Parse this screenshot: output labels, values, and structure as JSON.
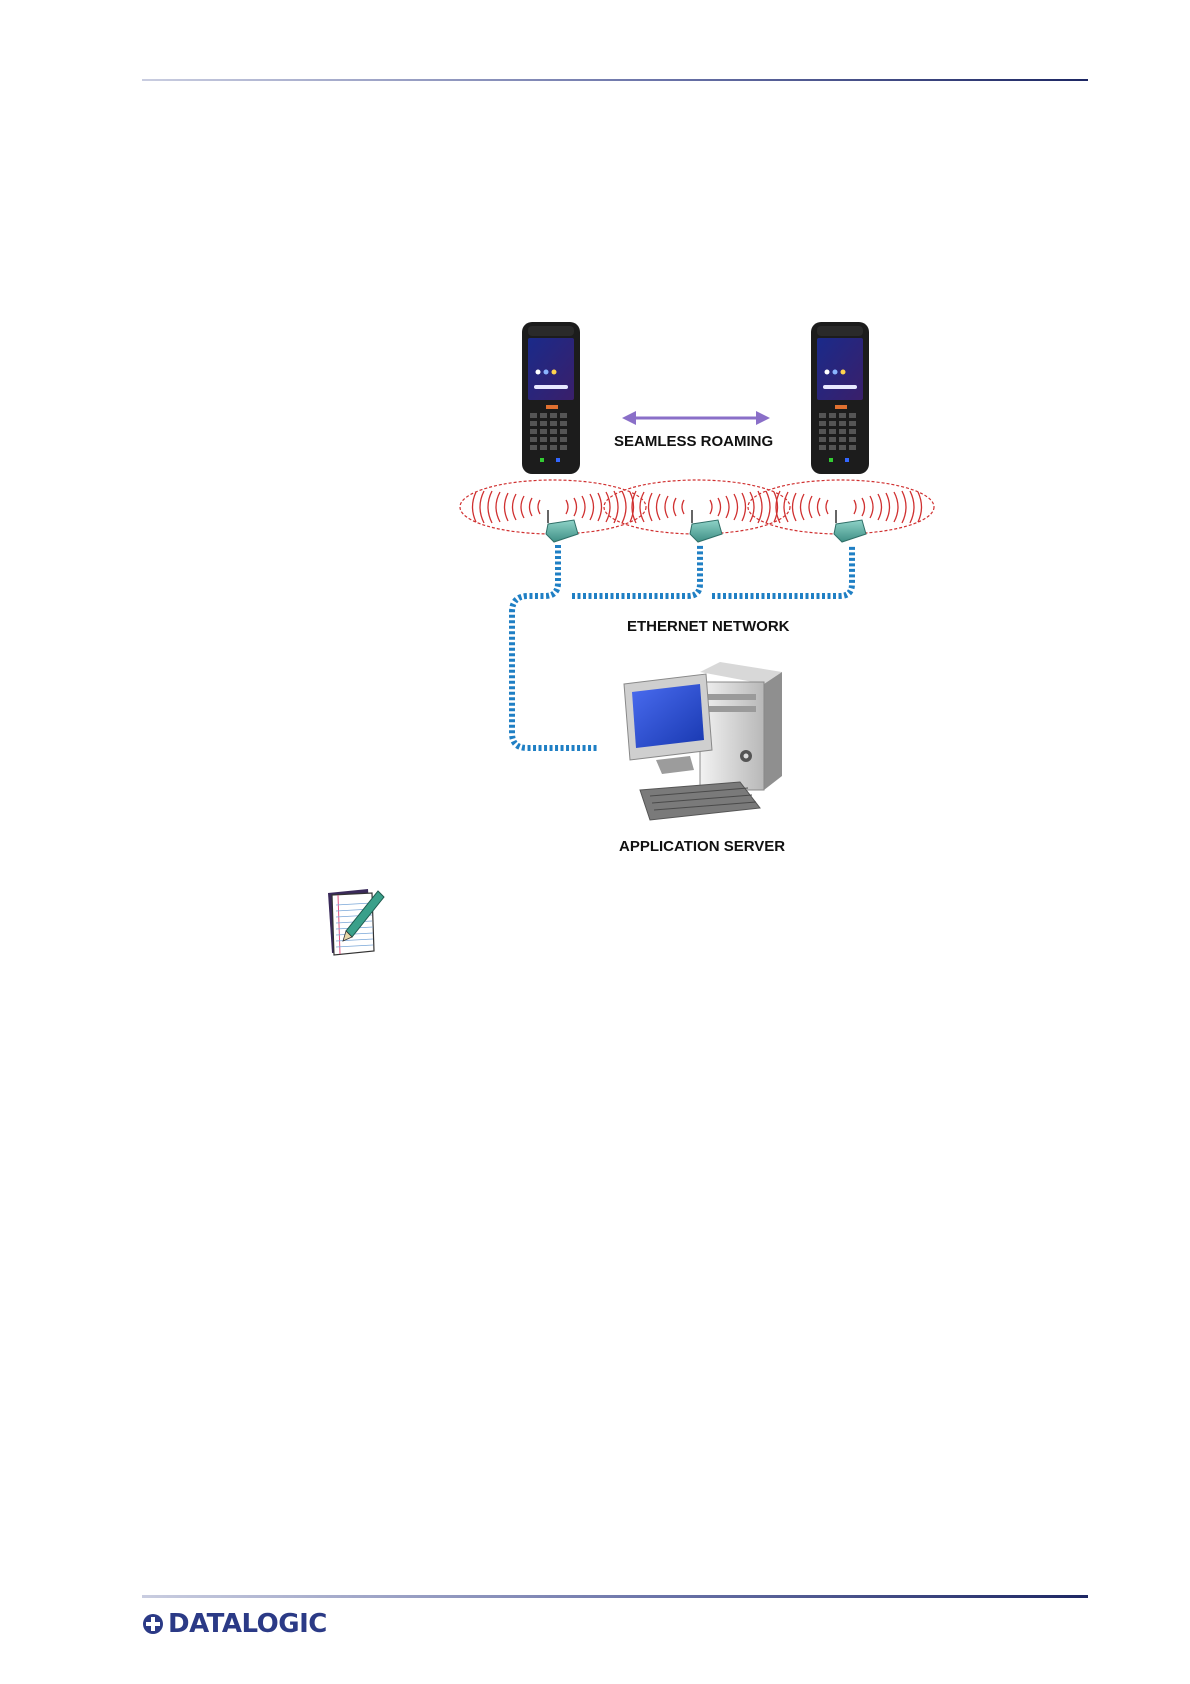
{
  "diagram": {
    "roaming_label": "SEAMLESS ROAMING",
    "network_label": "ETHERNET NETWORK",
    "server_label": "APPLICATION SERVER"
  },
  "icons": {
    "note": "note-pad-pen-icon",
    "logo_mark": "datalogic-mark-icon"
  },
  "footer": {
    "logo_text": "DATALOGIC"
  },
  "colors": {
    "rule": "#1d2763",
    "brand": "#2b3a86",
    "cable": "#1f7fc4",
    "signal": "#d03030",
    "access_point": "#5fb3a8"
  }
}
